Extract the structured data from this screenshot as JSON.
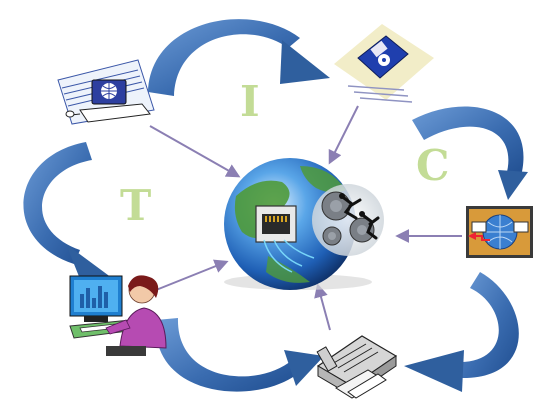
{
  "letters": {
    "i": "I",
    "c": "C",
    "t": "T"
  },
  "colors": {
    "letter": "#c3dc96",
    "arrow_dark": "#2f5f9e",
    "arrow_light": "#5f8fcf",
    "connector": "#8b7fb3",
    "globe_blue": "#2f6fc7",
    "globe_green": "#4f9a3a"
  },
  "icons": [
    "computer-icon",
    "floppy-disk-icon",
    "network-exchange-icon",
    "printer-icon",
    "woman-at-computer-icon",
    "globe-network-icon"
  ]
}
